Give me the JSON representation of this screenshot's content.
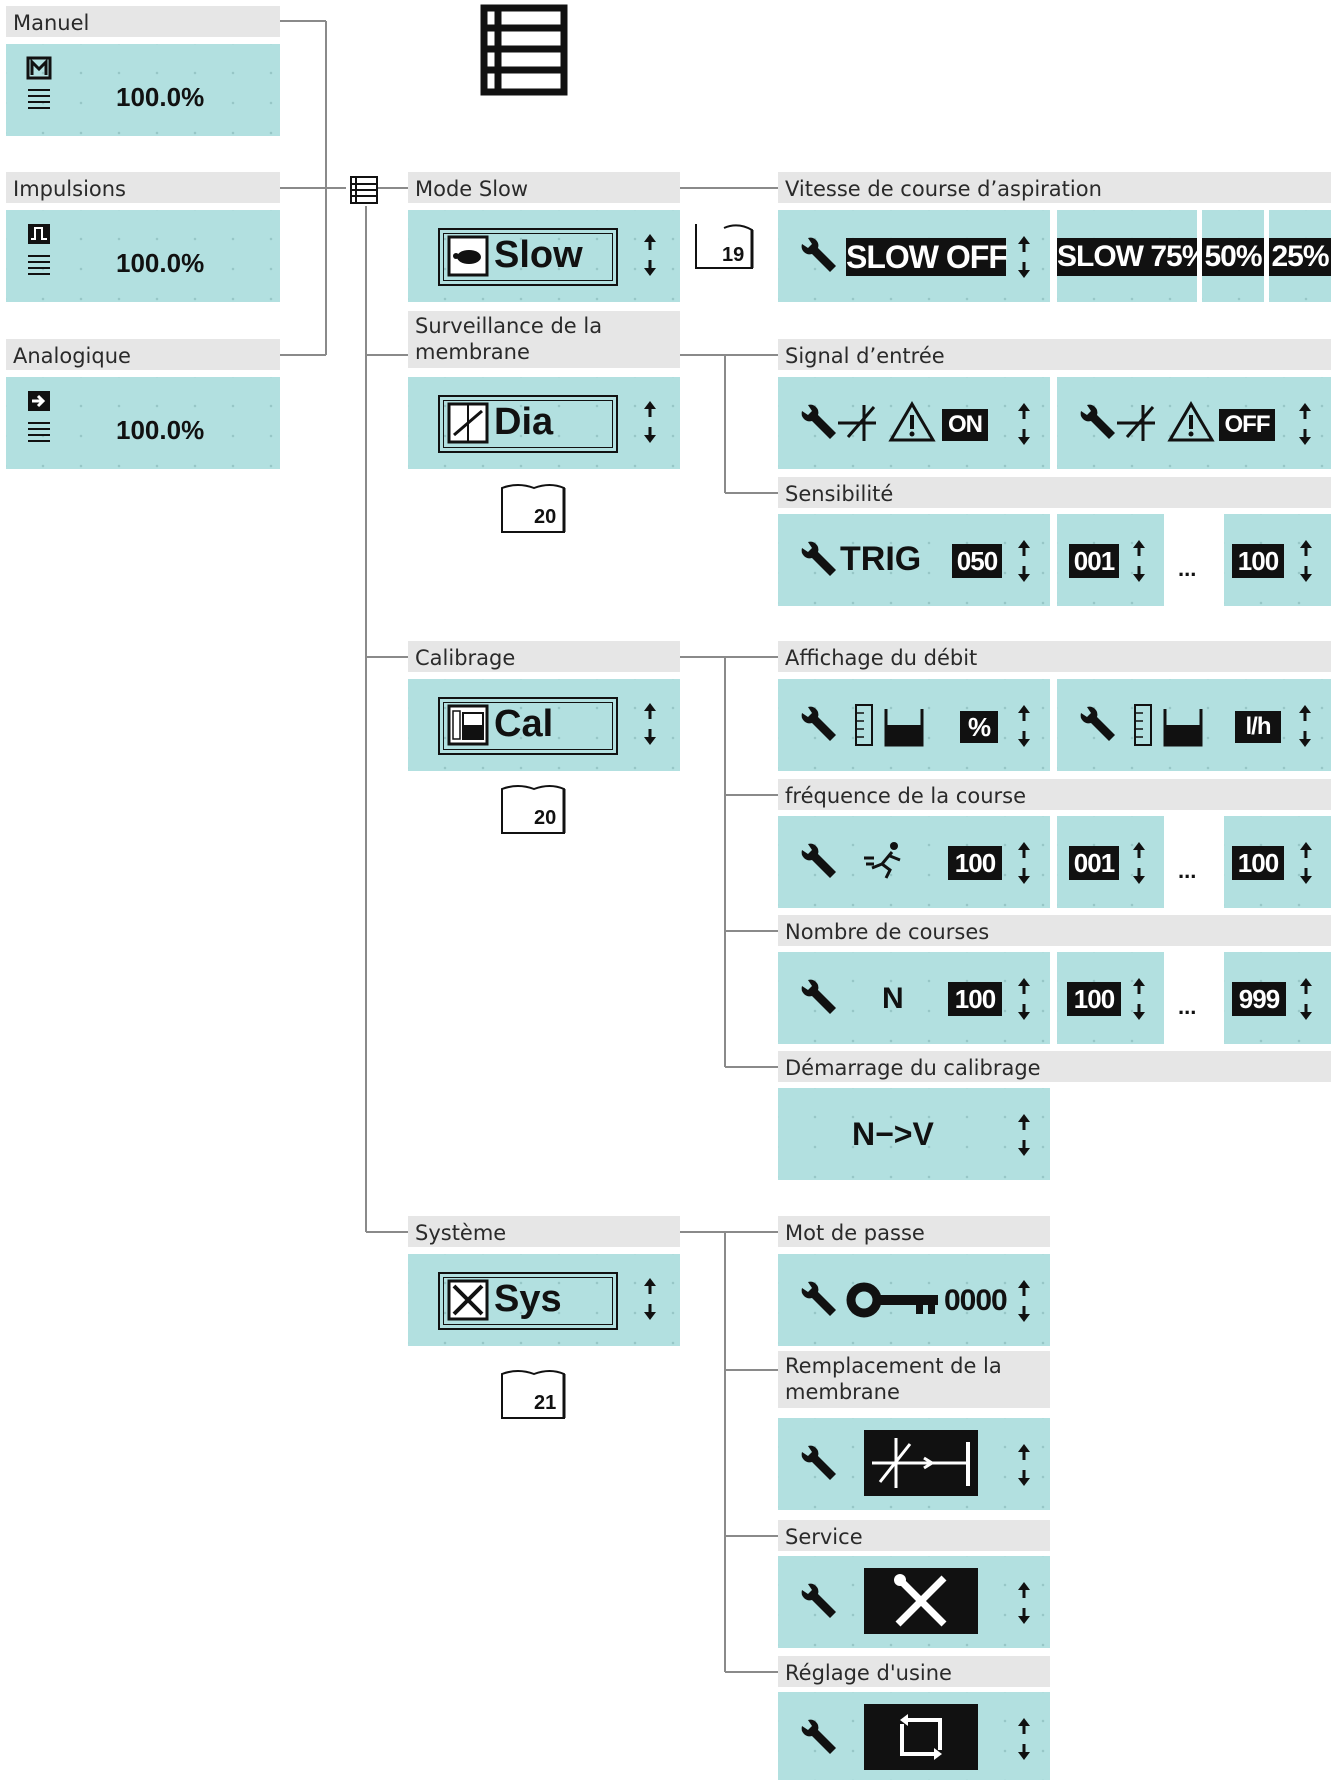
{
  "left": {
    "manuel": {
      "label": "Manuel",
      "value": "100.0%"
    },
    "impulsions": {
      "label": "Impulsions",
      "value": "100.0%"
    },
    "analogique": {
      "label": "Analogique",
      "value": "100.0%"
    }
  },
  "menu": {
    "mode_slow": {
      "label": "Mode Slow",
      "screen": "Slow",
      "ref": "19"
    },
    "surveillance": {
      "label": "Surveillance de la membrane",
      "screen": "Dia",
      "ref": "20"
    },
    "calibrage": {
      "label": "Calibrage",
      "screen": "Cal",
      "ref": "20"
    },
    "systeme": {
      "label": "Système",
      "screen": "Sys",
      "ref": "21"
    }
  },
  "sub": {
    "vitesse": {
      "label": "Vitesse de course d’aspiration",
      "values": [
        "SLOW OFF",
        "SLOW 75%",
        "50%",
        "25%"
      ]
    },
    "signal": {
      "label": "Signal d’entrée",
      "on": "ON",
      "off": "OFF"
    },
    "sensibilite": {
      "label": "Sensibilité",
      "trig": "TRIG",
      "value": "050",
      "min": "001",
      "ellipsis": "...",
      "max": "100"
    },
    "affichage": {
      "label": "Affichage du débit",
      "unit_pct": "%",
      "unit_lh": "l/h"
    },
    "frequence": {
      "label": "fréquence de la course",
      "value": "100",
      "min": "001",
      "ellipsis": "...",
      "max": "100"
    },
    "nombre": {
      "label": "Nombre de courses",
      "n": "N",
      "value": "100",
      "min": "100",
      "ellipsis": "...",
      "max": "999"
    },
    "demarrage": {
      "label": "Démarrage du calibrage",
      "text": "N−>V"
    },
    "mot_de_passe": {
      "label": "Mot de passe",
      "value": "0000"
    },
    "remplacement": {
      "label": "Remplacement de la membrane"
    },
    "service": {
      "label": "Service"
    },
    "reglage": {
      "label": "Réglage d'usine"
    }
  }
}
